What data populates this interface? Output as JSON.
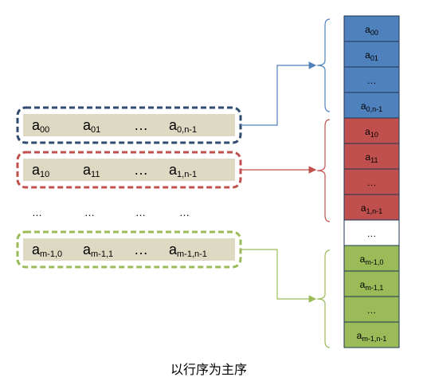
{
  "caption": "以行序为主序",
  "matrix_rows": [
    {
      "id": "row-0",
      "color": "#2f4b6e",
      "elements": [
        {
          "base": "a",
          "sub": "00"
        },
        {
          "base": "a",
          "sub": "01"
        },
        {
          "base": "…",
          "sub": ""
        },
        {
          "base": "a",
          "sub": "0,n-1"
        }
      ]
    },
    {
      "id": "row-1",
      "color": "#c0504d",
      "elements": [
        {
          "base": "a",
          "sub": "10"
        },
        {
          "base": "a",
          "sub": "11"
        },
        {
          "base": "…",
          "sub": ""
        },
        {
          "base": "a",
          "sub": "1,n-1"
        }
      ]
    },
    {
      "id": "row-ellipsis",
      "color": "",
      "elements": [
        {
          "base": "…",
          "sub": ""
        },
        {
          "base": "…",
          "sub": ""
        },
        {
          "base": "…",
          "sub": ""
        },
        {
          "base": "…",
          "sub": ""
        }
      ]
    },
    {
      "id": "row-last",
      "color": "#9bbb59",
      "elements": [
        {
          "base": "a",
          "sub": "m-1,0"
        },
        {
          "base": "a",
          "sub": "m-1,1"
        },
        {
          "base": "…",
          "sub": ""
        },
        {
          "base": "a",
          "sub": "m-1,n-1"
        }
      ]
    }
  ],
  "memory_cells": [
    {
      "base": "a",
      "sub": "00",
      "fill": "#4f81bd"
    },
    {
      "base": "a",
      "sub": "01",
      "fill": "#4f81bd"
    },
    {
      "base": "…",
      "sub": "",
      "fill": "#4f81bd"
    },
    {
      "base": "a",
      "sub": "0,n-1",
      "fill": "#4f81bd"
    },
    {
      "base": "a",
      "sub": "10",
      "fill": "#c0504d"
    },
    {
      "base": "a",
      "sub": "11",
      "fill": "#c0504d"
    },
    {
      "base": "…",
      "sub": "",
      "fill": "#c0504d"
    },
    {
      "base": "a",
      "sub": "1,n-1",
      "fill": "#c0504d"
    },
    {
      "base": "…",
      "sub": "",
      "fill": "#ffffff"
    },
    {
      "base": "a",
      "sub": "m-1,0",
      "fill": "#9bbb59"
    },
    {
      "base": "a",
      "sub": "m-1,1",
      "fill": "#9bbb59"
    },
    {
      "base": "…",
      "sub": "",
      "fill": "#9bbb59"
    },
    {
      "base": "a",
      "sub": "m-1,n-1",
      "fill": "#9bbb59"
    }
  ],
  "colors": {
    "row_fill": "#ddd9c3",
    "blue": "#4f81bd",
    "red": "#c0504d",
    "green": "#9bbb59"
  }
}
